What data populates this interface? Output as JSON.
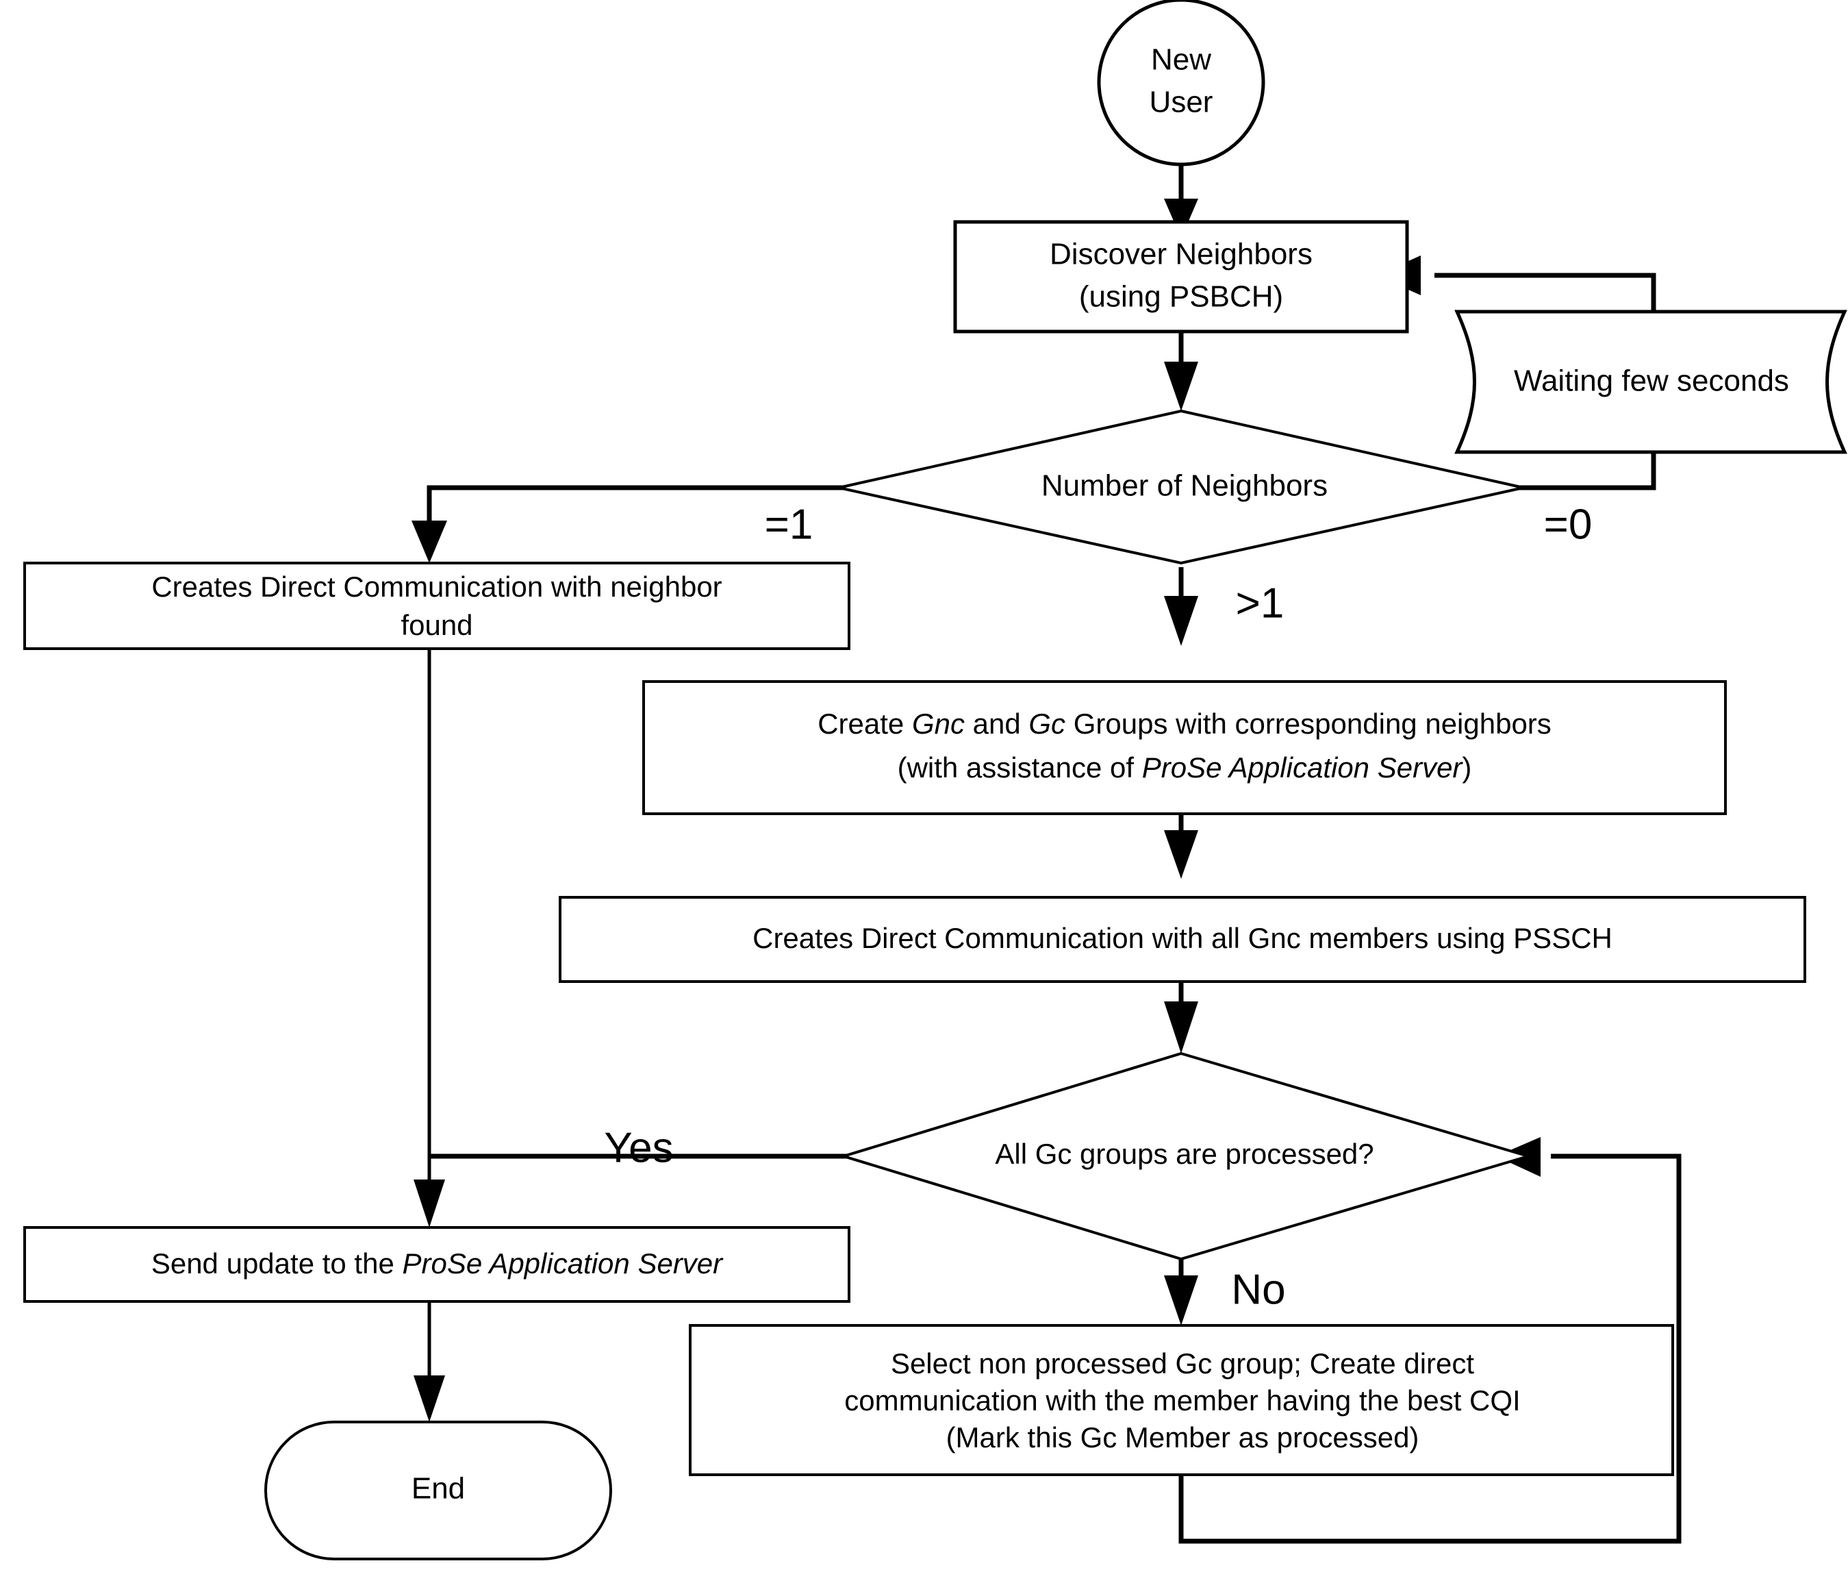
{
  "diagram": {
    "title": "D2D ProSe new-user group-formation flowchart",
    "stroke_color": "#000000",
    "fill_color": "#ffffff",
    "background": "#ffffff"
  },
  "nodes": {
    "start": {
      "id": "new-user",
      "shape": "circle",
      "lines": [
        "New",
        "User"
      ]
    },
    "discover": {
      "id": "discover-neighbors",
      "shape": "process",
      "lines": [
        "Discover Neighbors",
        "(using PSBCH)"
      ]
    },
    "waiting": {
      "id": "waiting-few-seconds",
      "shape": "document",
      "lines": [
        "Waiting few seconds"
      ]
    },
    "decision_neighbors": {
      "id": "number-of-neighbors",
      "shape": "decision",
      "lines": [
        "Number of Neighbors"
      ]
    },
    "direct_one": {
      "id": "creates-direct-communication-neighbor-found",
      "shape": "process",
      "lines": [
        "Creates Direct Communication with neighbor",
        "found"
      ]
    },
    "create_groups": {
      "id": "create-gnc-gc-groups",
      "shape": "process",
      "line1": {
        "pre": "Create ",
        "ital1": "Gnc",
        "mid": " and ",
        "ital2": "Gc",
        "post": " Groups with corresponding neighbors"
      },
      "line2": {
        "pre": "(with assistance of ",
        "ital1": "ProSe Application Server",
        "post": ")"
      }
    },
    "direct_gnc": {
      "id": "creates-direct-communication-all-gnc-pssch",
      "shape": "process",
      "lines": [
        "Creates Direct Communication with all Gnc members using PSSCH"
      ]
    },
    "decision_gc": {
      "id": "all-gc-groups-processed",
      "shape": "decision",
      "lines": [
        "All Gc groups are processed?"
      ]
    },
    "send_update": {
      "id": "send-update-prose-application-server",
      "shape": "process",
      "line1": {
        "pre": "Send update to the ",
        "ital1": "ProSe Application Server",
        "post": ""
      }
    },
    "select_gc": {
      "id": "select-non-processed-gc-group",
      "shape": "process",
      "lines": [
        "Select non processed Gc group;  Create direct",
        "communication with the member having the best CQI",
        "(Mark this Gc Member as processed)"
      ]
    },
    "end": {
      "id": "end",
      "shape": "terminator",
      "lines": [
        "End"
      ]
    }
  },
  "edge_labels": {
    "eq_one": "=1",
    "eq_zero": "=0",
    "gt_one": ">1",
    "yes": "Yes",
    "no": "No"
  }
}
